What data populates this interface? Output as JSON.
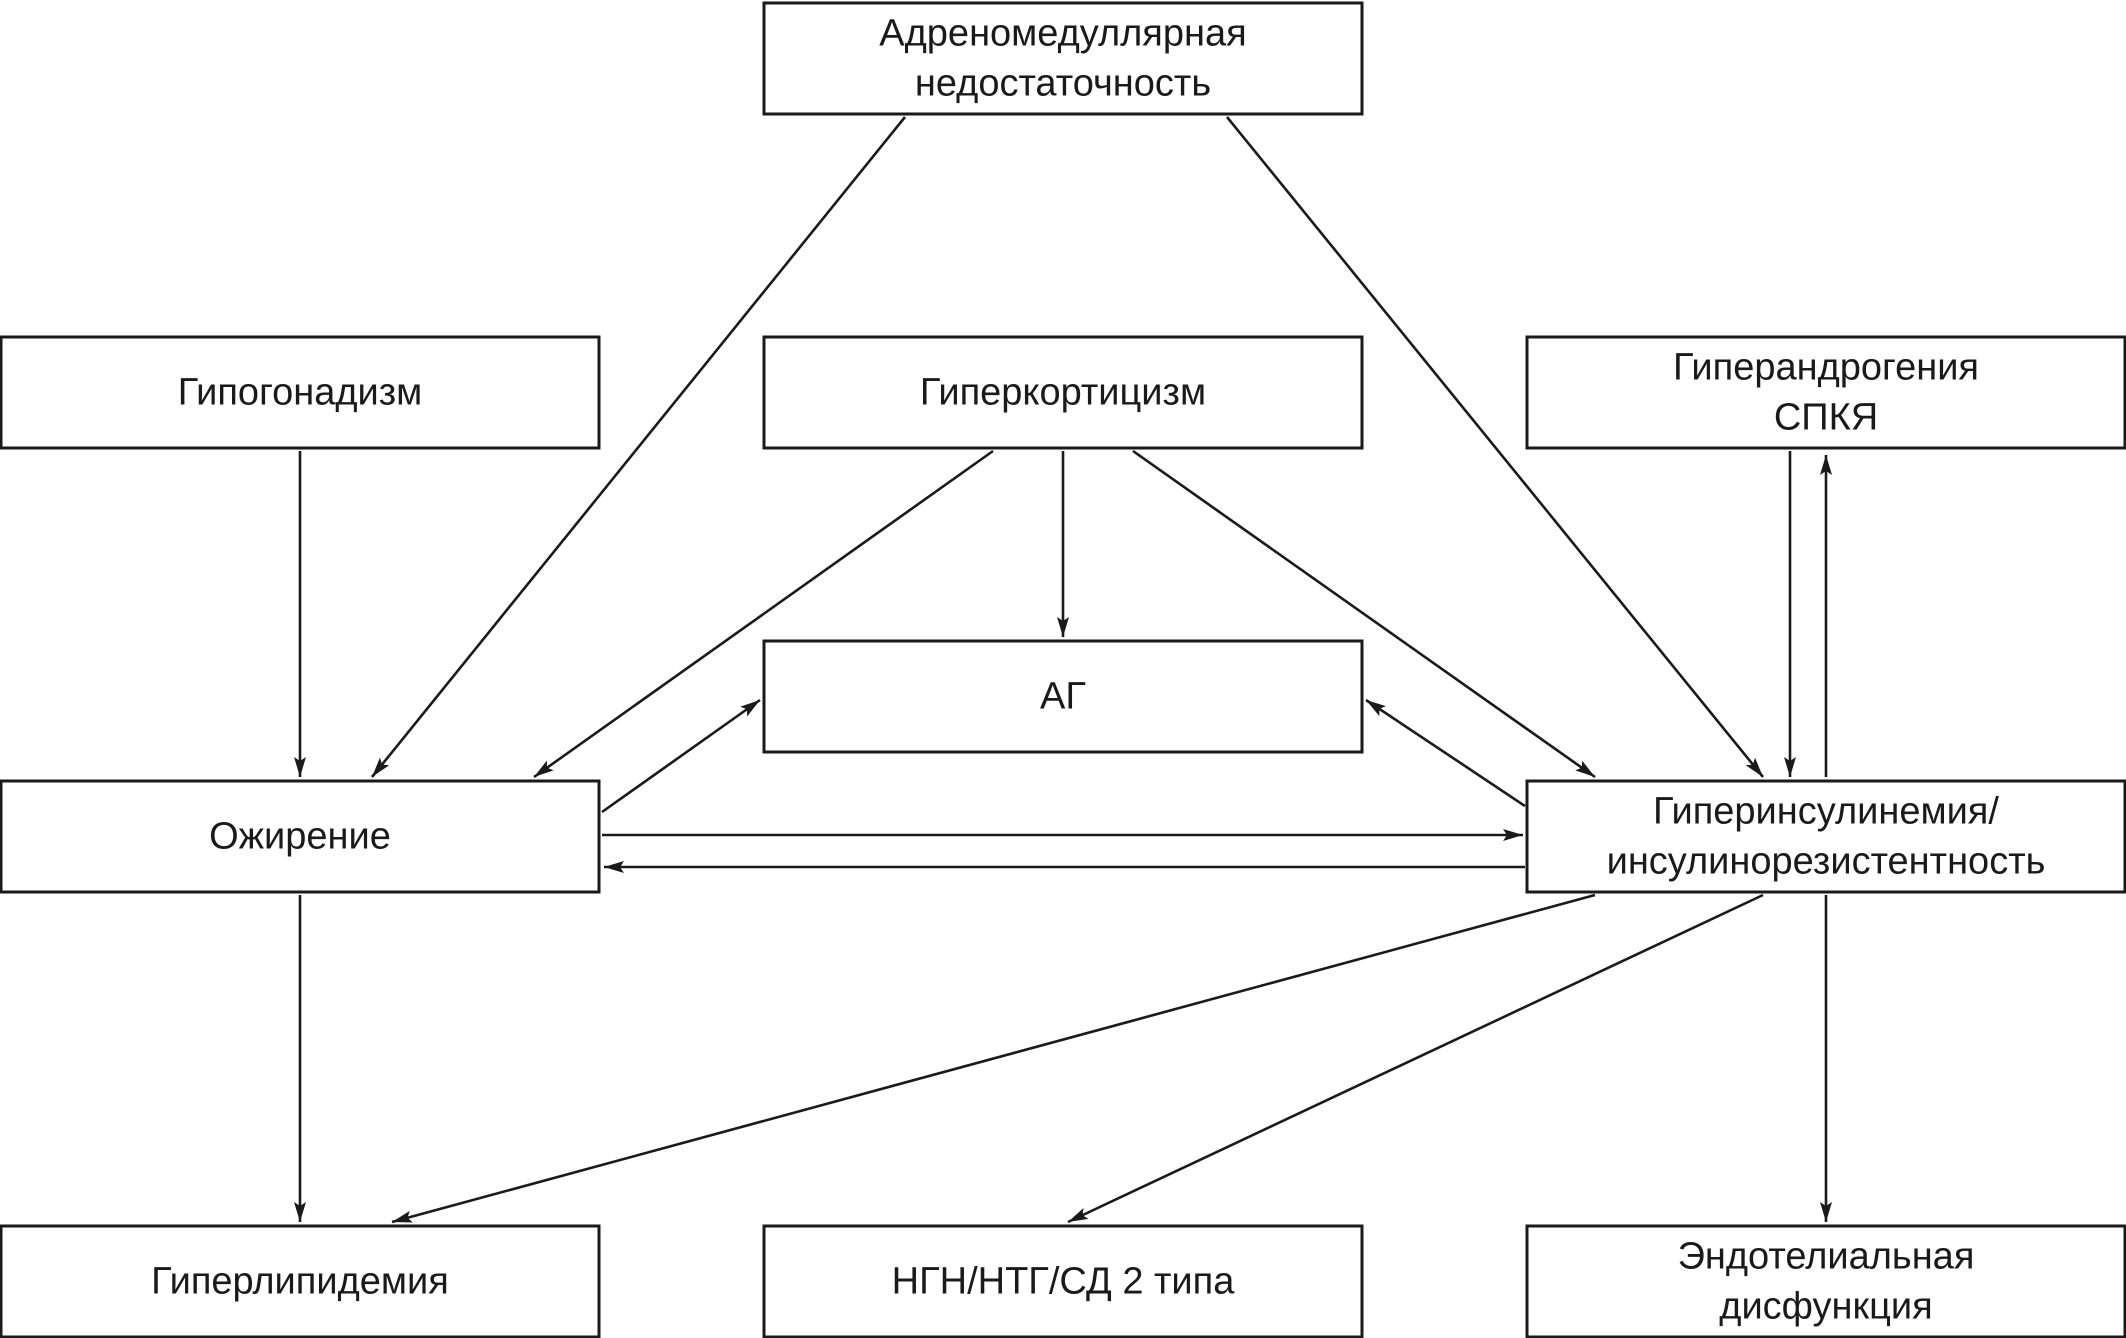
{
  "colors": {
    "stroke": "#1a1a1a",
    "background": "#ffffff"
  },
  "nodes": {
    "adrenomedullary": [
      "Адреномедуллярная",
      "недостаточность"
    ],
    "hypogonadism": [
      "Гипогонадизм"
    ],
    "hypercorticism": [
      "Гиперкортицизм"
    ],
    "hyperandrogenism": [
      "Гиперандрогения",
      "СПКЯ"
    ],
    "ag": [
      "АГ"
    ],
    "obesity": [
      "Ожирение"
    ],
    "hyperinsulinemia": [
      "Гиперинсулинемия/",
      "инсулинорезистентность"
    ],
    "hyperlipidemia": [
      "Гиперлипидемия"
    ],
    "ngn": [
      "НГН/НТГ/СД 2 типа"
    ],
    "endothelial": [
      "Эндотелиальная",
      "дисфункция"
    ]
  },
  "edges": [
    {
      "from": "adrenomedullary",
      "to": "obesity"
    },
    {
      "from": "adrenomedullary",
      "to": "hyperinsulinemia"
    },
    {
      "from": "hypogonadism",
      "to": "obesity"
    },
    {
      "from": "hypercorticism",
      "to": "obesity"
    },
    {
      "from": "hypercorticism",
      "to": "ag"
    },
    {
      "from": "hypercorticism",
      "to": "hyperinsulinemia"
    },
    {
      "from": "hyperandrogenism",
      "to": "hyperinsulinemia"
    },
    {
      "from": "hyperinsulinemia",
      "to": "hyperandrogenism"
    },
    {
      "from": "obesity",
      "to": "ag"
    },
    {
      "from": "hyperinsulinemia",
      "to": "ag"
    },
    {
      "from": "obesity",
      "to": "hyperinsulinemia"
    },
    {
      "from": "hyperinsulinemia",
      "to": "obesity"
    },
    {
      "from": "obesity",
      "to": "hyperlipidemia"
    },
    {
      "from": "hyperinsulinemia",
      "to": "hyperlipidemia"
    },
    {
      "from": "hyperinsulinemia",
      "to": "ngn"
    },
    {
      "from": "hyperinsulinemia",
      "to": "endothelial"
    }
  ]
}
